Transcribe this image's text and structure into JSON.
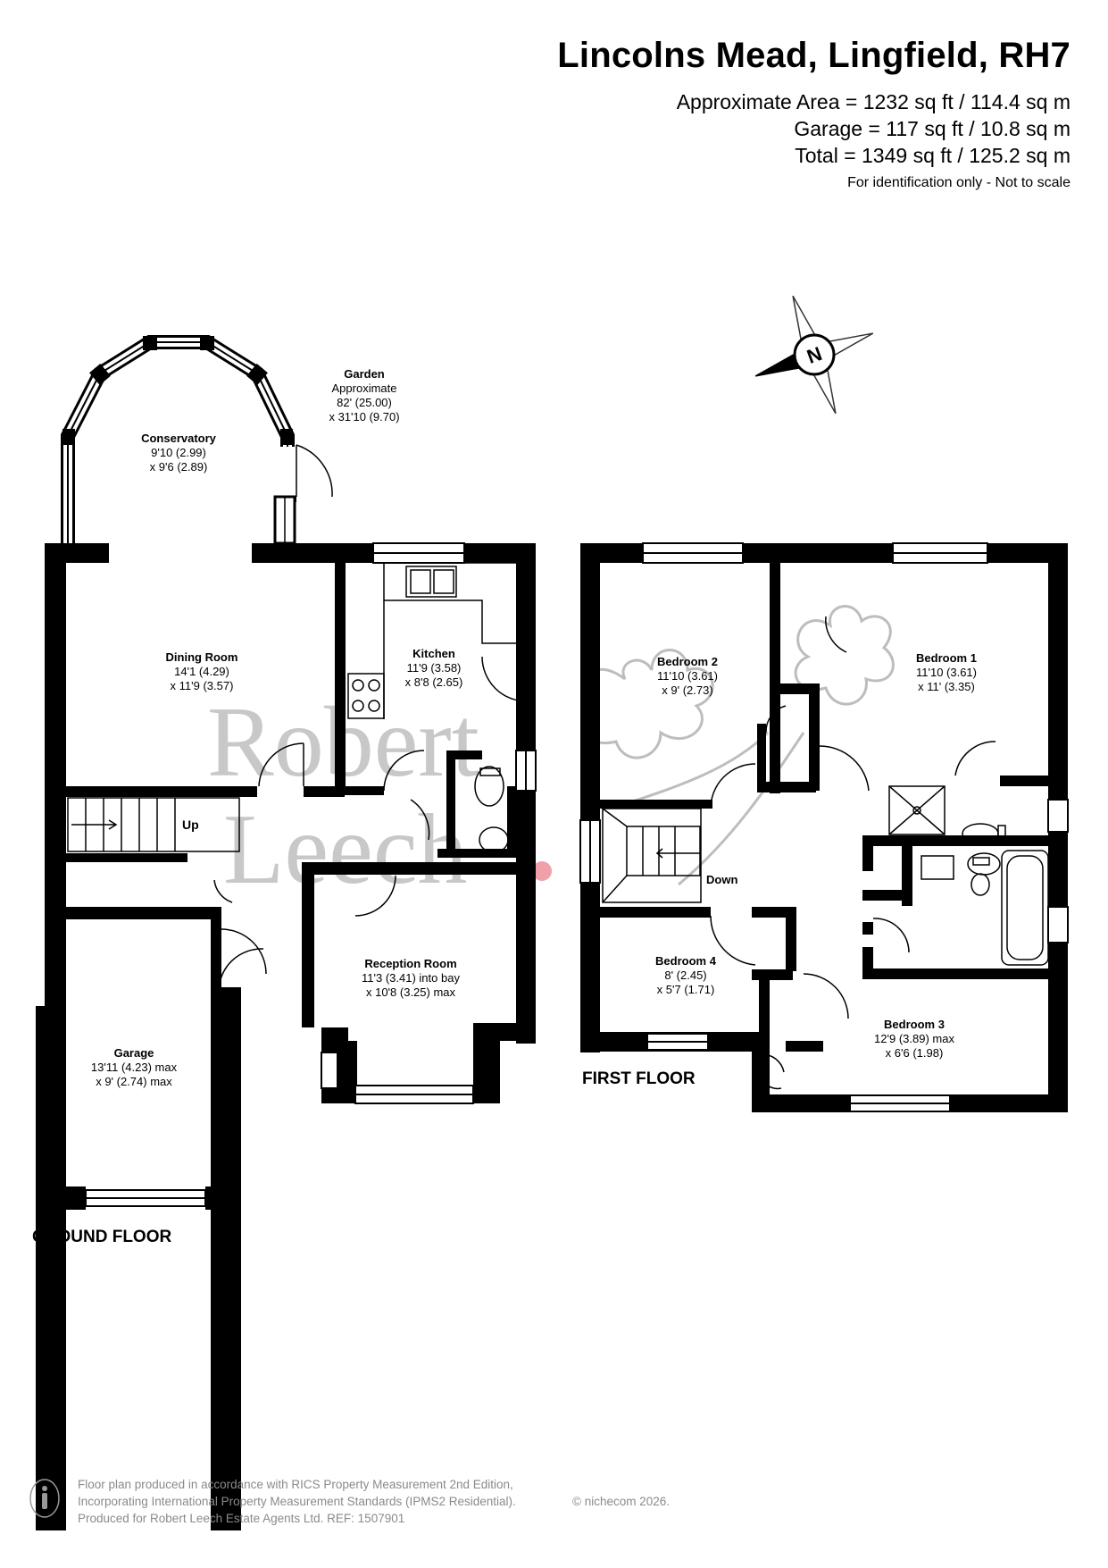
{
  "header": {
    "title": "Lincolns Mead, Lingfield, RH7",
    "area": "Approximate Area = 1232 sq ft / 114.4 sq m",
    "garage": "Garage = 117 sq ft / 10.8 sq m",
    "total": "Total = 1349 sq ft / 125.2 sq m",
    "note": "For identification only - Not to scale"
  },
  "garden": {
    "name": "Garden",
    "l1": "Approximate",
    "l2": "82' (25.00)",
    "l3": "x 31'10 (9.70)"
  },
  "ground_floor": {
    "label": "GROUND FLOOR",
    "rooms": {
      "conservatory": {
        "name": "Conservatory",
        "d1": "9'10 (2.99)",
        "d2": "x 9'6 (2.89)"
      },
      "dining": {
        "name": "Dining Room",
        "d1": "14'1 (4.29)",
        "d2": "x 11'9 (3.57)"
      },
      "kitchen": {
        "name": "Kitchen",
        "d1": "11'9 (3.58)",
        "d2": "x 8'8 (2.65)"
      },
      "reception": {
        "name": "Reception Room",
        "d1": "11'3 (3.41) into bay",
        "d2": "x 10'8 (3.25) max"
      },
      "garage": {
        "name": "Garage",
        "d1": "13'11 (4.23) max",
        "d2": "x 9' (2.74) max"
      }
    },
    "stairs_label": "Up"
  },
  "first_floor": {
    "label": "FIRST FLOOR",
    "rooms": {
      "bedroom1": {
        "name": "Bedroom 1",
        "d1": "11'10 (3.61)",
        "d2": "x 11' (3.35)"
      },
      "bedroom2": {
        "name": "Bedroom 2",
        "d1": "11'10 (3.61)",
        "d2": "x 9' (2.73)"
      },
      "bedroom3": {
        "name": "Bedroom 3",
        "d1": "12'9 (3.89) max",
        "d2": "x 6'6 (1.98)"
      },
      "bedroom4": {
        "name": "Bedroom 4",
        "d1": "8' (2.45)",
        "d2": "x 5'7 (1.71)"
      }
    },
    "stairs_label": "Down"
  },
  "compass": {
    "letter": "N"
  },
  "watermark": {
    "line1": "Robert",
    "line2": "Leech"
  },
  "footer": {
    "line1": "Floor plan produced in accordance with RICS Property Measurement 2nd Edition,",
    "line2": "Incorporating International Property Measurement Standards (IPMS2 Residential).",
    "line3": "Produced for Robert Leech Estate Agents Ltd.   REF:  1507901",
    "copyright": "© nichecom 2026."
  },
  "colors": {
    "wall": "#000000",
    "watermark": "#c8c8c8",
    "footer_text": "#8a8a8a",
    "accent_dot": "#f0a0a8"
  }
}
